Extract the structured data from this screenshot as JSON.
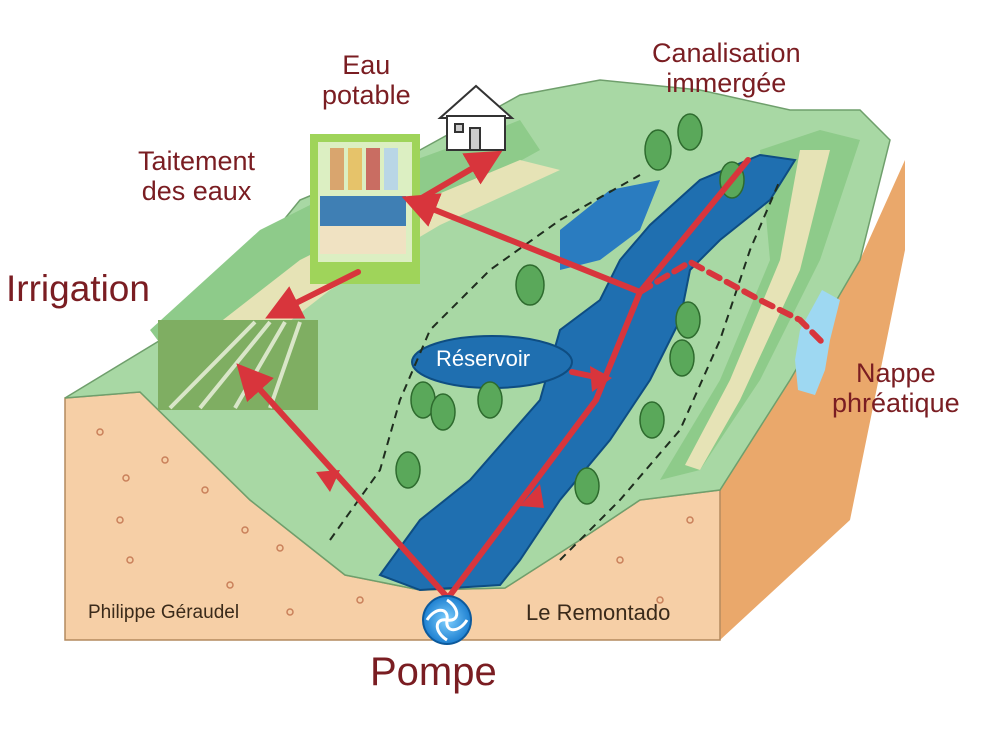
{
  "labels": {
    "eau_potable": [
      "Eau",
      "potable"
    ],
    "traitement": [
      "Taitement",
      "des eaux"
    ],
    "irrigation": "Irrigation",
    "canalisation": [
      "Canalisation",
      "immergée"
    ],
    "reservoir": "Réservoir",
    "nappe": [
      "Nappe",
      "phréatique"
    ],
    "pompe": "Pompe"
  },
  "credits": {
    "left": "Philippe Géraudel",
    "right": "Le Remontado"
  },
  "colors": {
    "label": "#7a1d22",
    "arrow": "#d8353c",
    "water": "#1f6fb0",
    "land": "#a8d8a4",
    "soil": "#f6cfa6",
    "soil_side": "#eaa86b"
  },
  "icons": [
    "house-icon",
    "pump-icon",
    "treatment-plant-icon",
    "field-icon",
    "tree-icon"
  ]
}
